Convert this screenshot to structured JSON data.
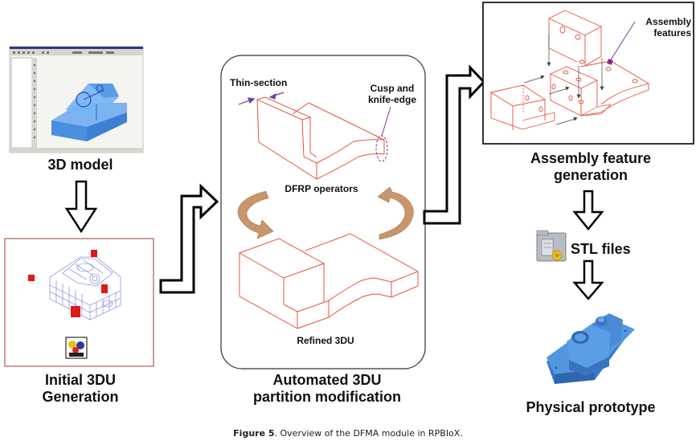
{
  "stages": {
    "model": {
      "label": "3D model"
    },
    "initial": {
      "label_line1": "Initial 3DU",
      "label_line2": "Generation"
    },
    "automated": {
      "label_line1": "Automated 3DU",
      "label_line2": "partition modification",
      "annotations": {
        "thin_section": "Thin-section",
        "cusp_line1": "Cusp and",
        "cusp_line2": "knife-edge",
        "operators": "DFRP operators",
        "refined": "Refined 3DU"
      }
    },
    "assembly": {
      "label_line1": "Assembly feature",
      "label_line2": "generation",
      "annotation_line1": "Assembly",
      "annotation_line2": "features"
    },
    "stl": {
      "label": "STL files"
    },
    "prototype": {
      "label": "Physical prototype"
    }
  },
  "caption": {
    "prefix": "Figure 5",
    "text": ". Overview of the DFMA module in RPBIoX."
  },
  "colors": {
    "wireframe_red": "#e8503a",
    "model_blue": "#4a8ee0",
    "annotation_purple": "#7a3c9a",
    "rotate_arrow": "#c9956a",
    "box_border_red": "#a03a30"
  }
}
